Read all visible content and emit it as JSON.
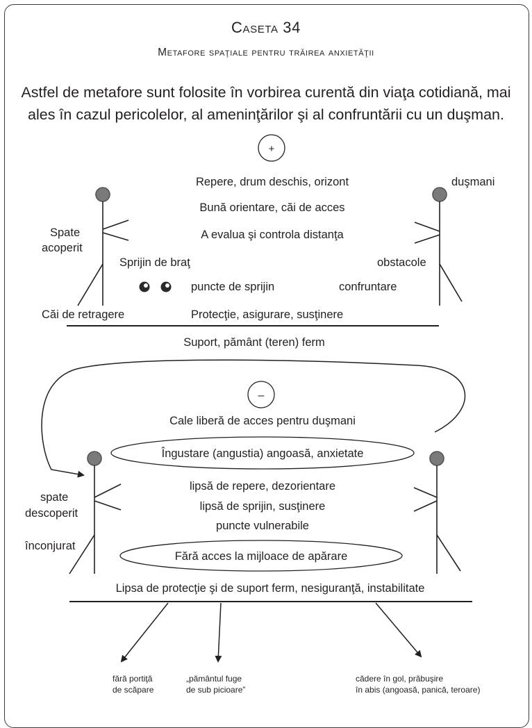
{
  "box": {
    "title": "Caseta 34",
    "subtitle": "Metafore spaţiale pentru trăirea anxietăţii",
    "intro_line1": "Astfel de metafore sunt folosite în vorbirea curentă din viaţa cotidiană, mai",
    "intro_line2": "ales în cazul pericolelor, al ameninţărilor şi al confruntării cu un duşman."
  },
  "positive": {
    "symbol": "+",
    "center": [
      "Repere, drum deschis, orizont",
      "Bună orientare, căi de acces",
      "A evalua şi controla distanţa"
    ],
    "left": {
      "spate": "Spate",
      "acoperit": "acoperit",
      "sprijin_brat": "Sprijin de braţ",
      "cai_retragere": "Căi de retragere"
    },
    "puncte": "puncte de sprijin",
    "protectie": "Protecţie, asigurare, susţinere",
    "right": {
      "dusmani": "duşmani",
      "obstacole": "obstacole",
      "confruntare": "confruntare"
    },
    "ground": "Suport, pământ (teren) ferm"
  },
  "negative": {
    "symbol": "–",
    "cale": "Cale liberă de acces pentru duşmani",
    "ellipse_top": "Îngustare (angustia) angoasă, anxietate",
    "center": [
      "lipsă de repere, dezorientare",
      "lipsă de sprijin, susţinere",
      "puncte vulnerabile"
    ],
    "left": {
      "spate": "spate",
      "descoperit": "descoperit",
      "inconjurat": "înconjurat"
    },
    "ellipse_bottom": "Fără acces la mijloace de apărare",
    "ground": "Lipsa de protecţie şi de suport ferm, nesiguranţă, instabilitate",
    "consequences": [
      {
        "line1": "fără portiţă",
        "line2": "de scăpare"
      },
      {
        "line1": "„pământul fuge",
        "line2": "de sub picioare”"
      },
      {
        "line1": "cădere în gol, prăbuşire",
        "line2": "în abis (angoasă, panică, teroare)"
      }
    ]
  },
  "colors": {
    "ink": "#231f20",
    "head_fill": "#7a7a7a",
    "frame": "#3a3a3a"
  }
}
